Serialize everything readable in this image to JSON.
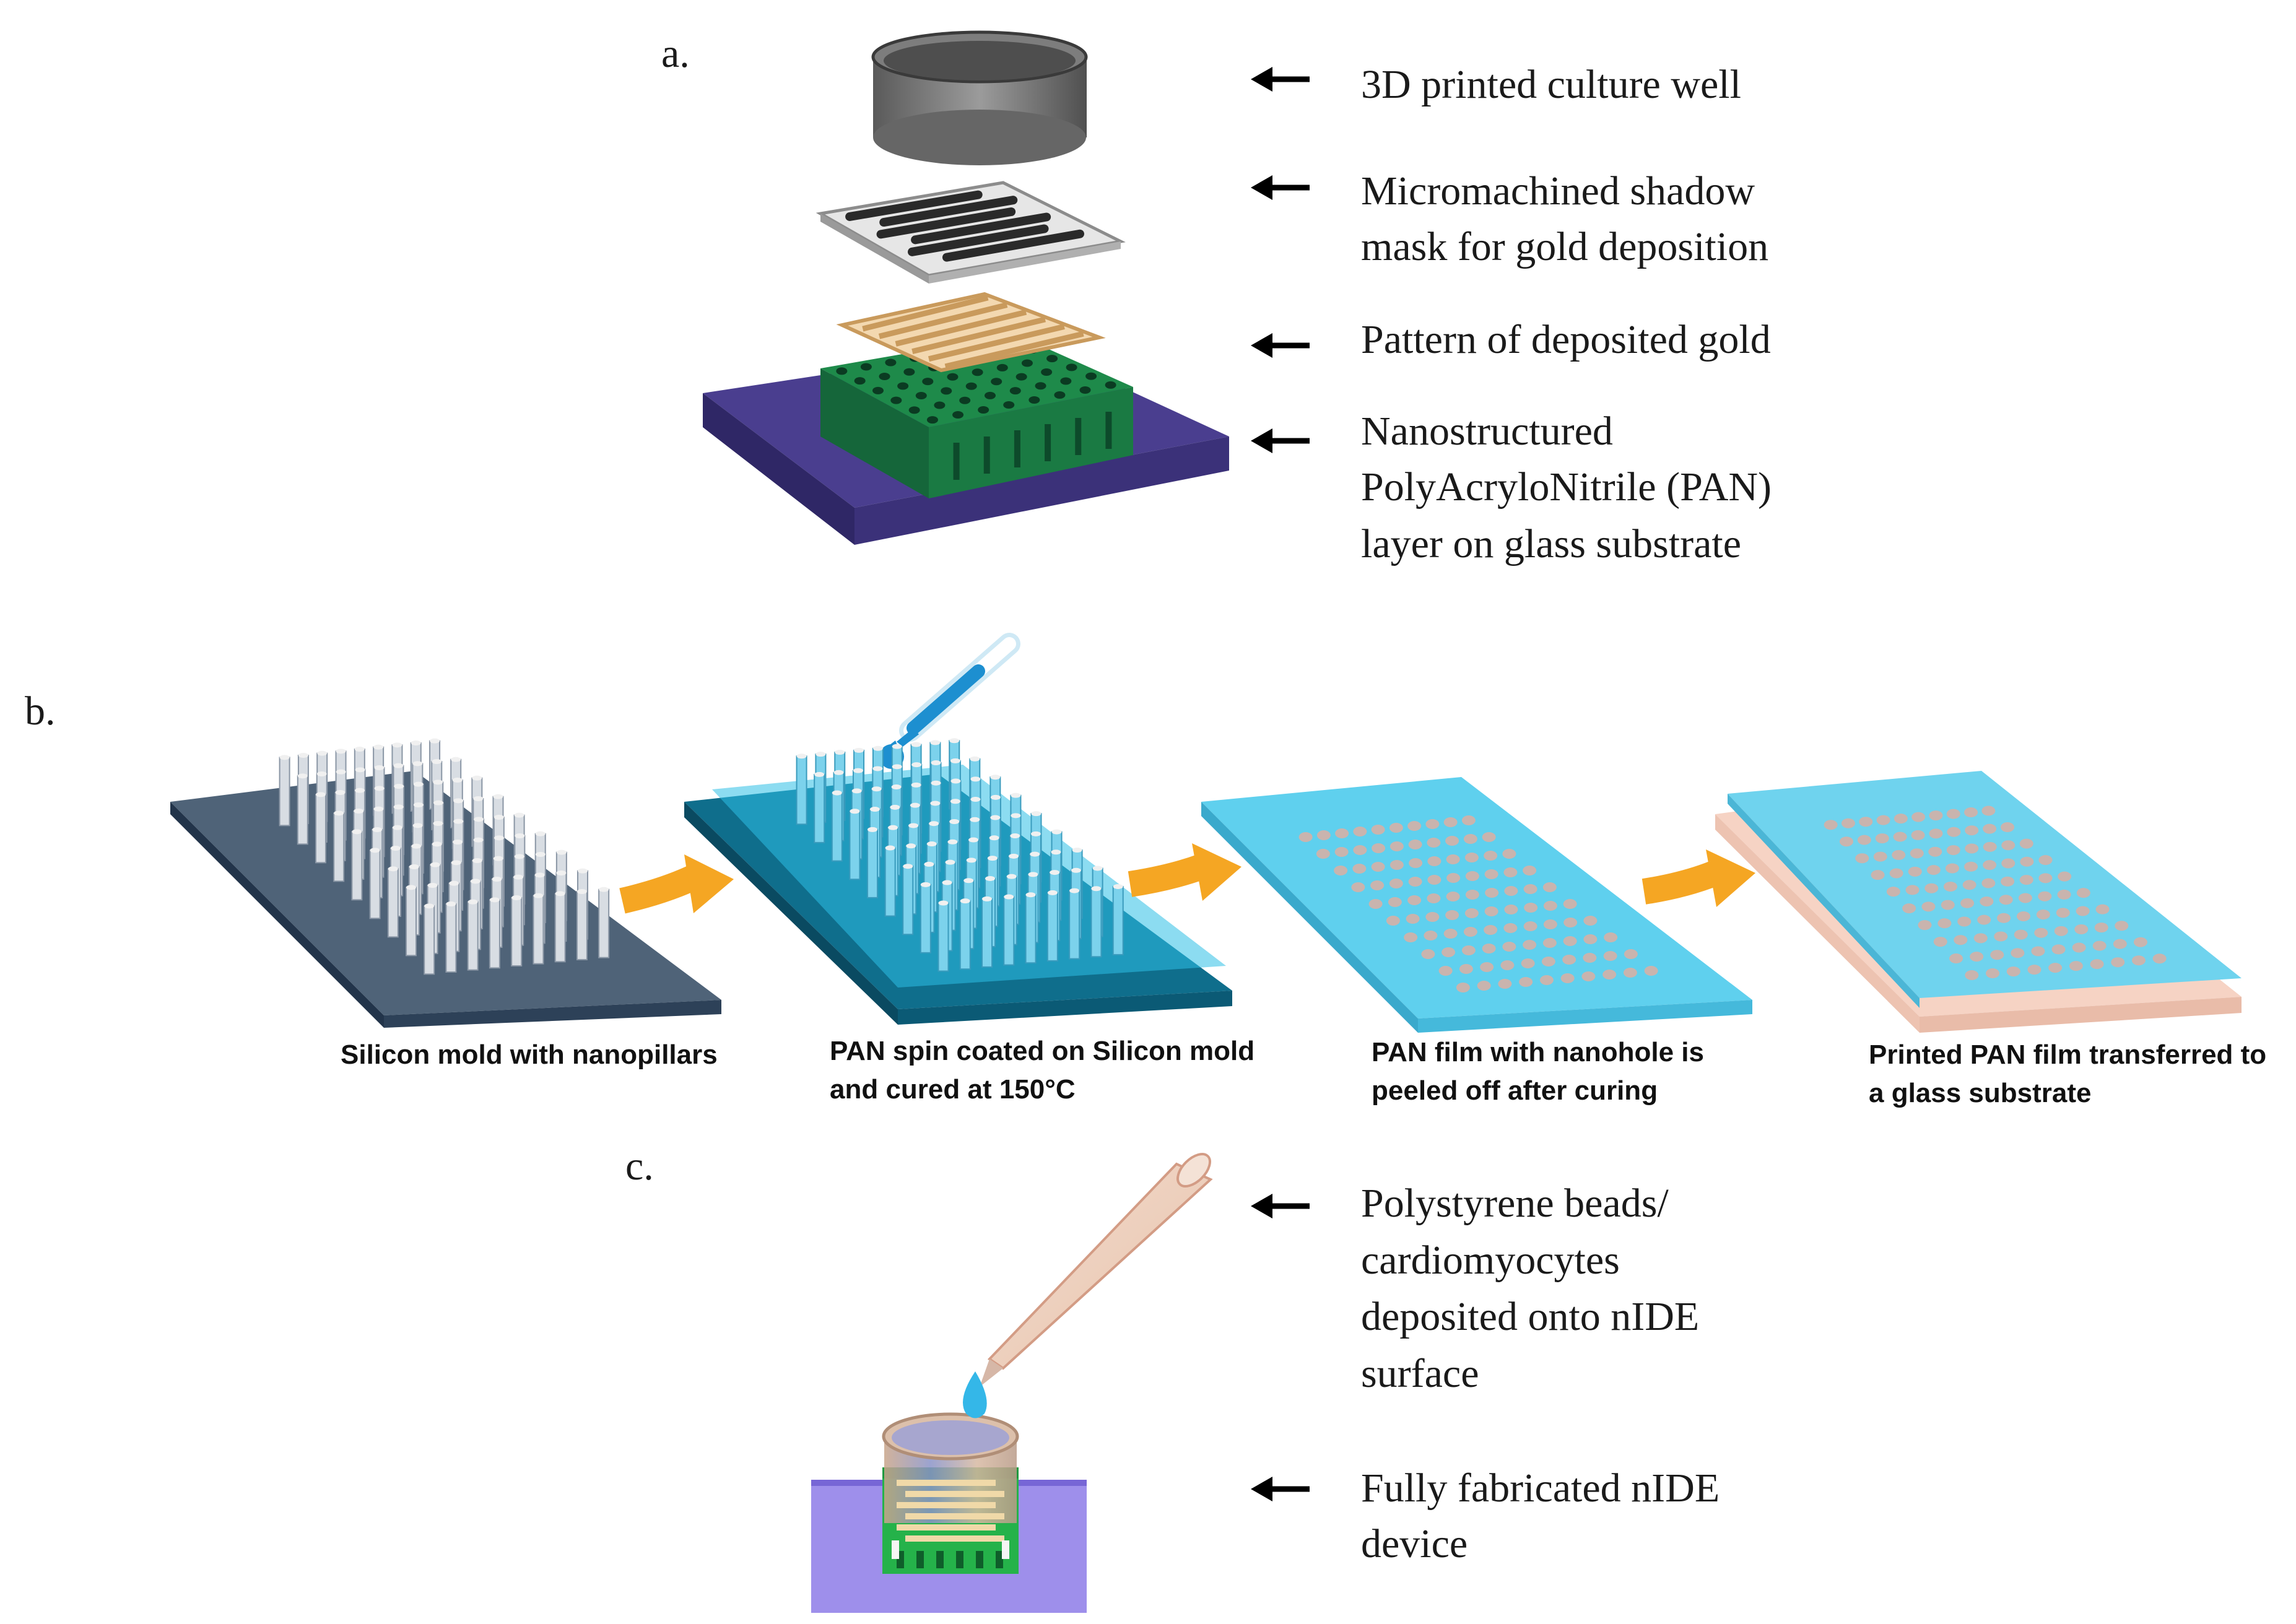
{
  "panel_a": {
    "label": "a.",
    "callouts": [
      {
        "lines": [
          "3D printed culture well"
        ]
      },
      {
        "lines": [
          "Micromachined  shadow",
          "mask for gold deposition"
        ]
      },
      {
        "lines": [
          "Pattern of deposited gold"
        ]
      },
      {
        "lines": [
          "Nanostructured",
          "PolyAcryloNitrile  (PAN)",
          "layer  on glass substrate"
        ]
      }
    ]
  },
  "panel_b": {
    "label": "b.",
    "steps": [
      {
        "lines": [
          "Silicon mold with nanopillars"
        ]
      },
      {
        "lines": [
          "PAN spin coated on Silicon mold",
          "and cured at 150°C"
        ]
      },
      {
        "lines": [
          "PAN film with nanohole is",
          "peeled off after curing"
        ]
      },
      {
        "lines": [
          "Printed PAN film transferred to",
          "a glass substrate"
        ]
      }
    ]
  },
  "panel_c": {
    "label": "c.",
    "callouts": [
      {
        "lines": [
          "Polystyrene  beads/",
          "cardiomyocytes",
          "deposited onto nIDE",
          "surface"
        ]
      },
      {
        "lines": [
          "Fully fabricated nIDE",
          "device"
        ]
      }
    ]
  },
  "colors": {
    "silicon": "#4f6378",
    "pan_dark": "#0f6e8c",
    "pan_light": "#5fd0ee",
    "glass": "#4a3e8f",
    "gold": "#e2b57a",
    "green": "#1e8a4a",
    "arrow_orange": "#f5a623"
  }
}
